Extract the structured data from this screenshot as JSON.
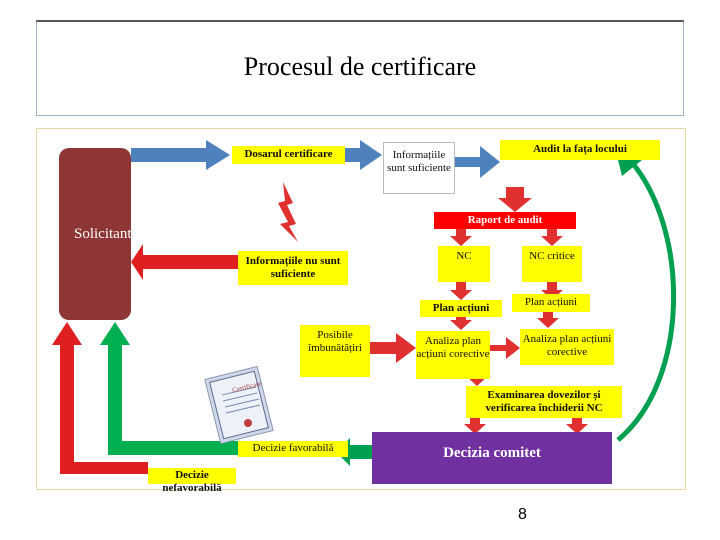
{
  "title": "Procesul de certificare",
  "solicitant": "Solicitant",
  "dosarul": "Dosarul certificare",
  "informatiile_sunt": "Informațiile sunt suficiente",
  "audit": "Audit la fața locului",
  "raport": "Raport de audit",
  "informatiile_nu": "Informațiile nu sunt suficiente",
  "nc": "NC",
  "nc_critice": "NC critice",
  "plan_actiuni_1": "Plan acțiuni",
  "plan_actiuni_2": "Plan acțiuni",
  "posibile": "Posibile îmbunătățiri",
  "analiza_1": "Analiza plan acțiuni corective",
  "analiza_2": "Analiza plan acțiuni corective",
  "examinarea": "Examinarea dovezilor și verificarea închiderii NC",
  "certificate_text": "Certificate",
  "decizie_favorabila": "Decizie favorabilă",
  "decizia_comitet": "Decizia comitet",
  "decizie_nefavorabila": "Decizie nefavorabilă",
  "page_number": "8"
}
